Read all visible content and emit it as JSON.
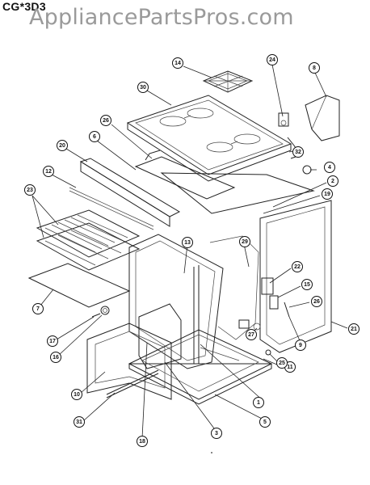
{
  "header": {
    "model": "CG*3D3",
    "watermark": "AppliancePartsPros.com"
  },
  "callouts": [
    "14",
    "24",
    "8",
    "30",
    "26",
    "6",
    "20",
    "12",
    "23",
    "4",
    "32",
    "2",
    "19",
    "13",
    "29",
    "22",
    "15",
    "26",
    "9",
    "21",
    "7",
    "17",
    "16",
    "10",
    "31",
    "18",
    "3",
    "11",
    "1",
    "5",
    "27",
    "25"
  ]
}
